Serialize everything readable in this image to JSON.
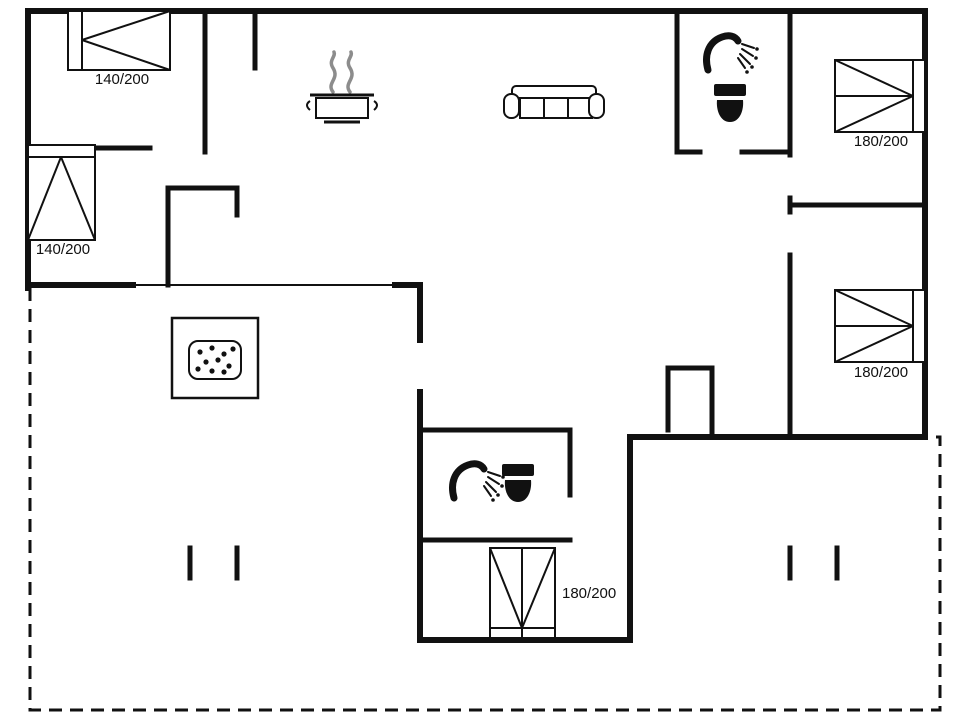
{
  "plan": {
    "type": "holiday-home-floor-plan",
    "bed_labels": {
      "top_left": "140/200",
      "left": "140/200",
      "top_right": "180/200",
      "middle_right": "180/200",
      "annex": "180/200"
    },
    "icons": [
      "bed-icon",
      "bed-icon",
      "bed-icon",
      "bed-icon",
      "bed-icon",
      "cooking-pot-icon",
      "sofa-icon",
      "shower-icon",
      "toilet-icon",
      "shower-icon",
      "toilet-icon",
      "hot-tub-icon"
    ],
    "colors": {
      "wall": "#111111",
      "background": "#ffffff",
      "steam": "#8c8c8c"
    }
  }
}
